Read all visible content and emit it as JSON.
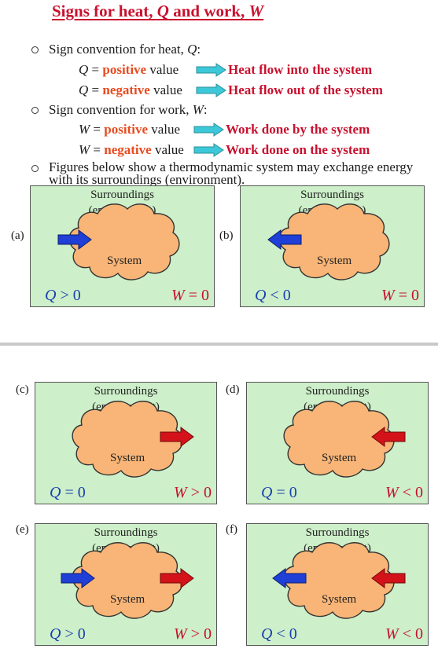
{
  "title": {
    "prefix": "Signs for heat, ",
    "q": "Q",
    "mid": " and work, ",
    "w": "W"
  },
  "heat": {
    "intro": "Sign convention for heat, ",
    "sym": "Q",
    "colon": ":",
    "rows": [
      {
        "lhs": "Q",
        "eq": " = ",
        "word": "positive",
        "tail": " value",
        "result": "Heat flow into the system"
      },
      {
        "lhs": "Q",
        "eq": " = ",
        "word": "negative",
        "tail": " value",
        "result": "Heat flow out of the system"
      }
    ]
  },
  "work": {
    "intro": "Sign convention for work, ",
    "sym": "W",
    "colon": ":",
    "rows": [
      {
        "lhs": "W",
        "eq": " = ",
        "word": "positive",
        "tail": " value",
        "result": "Work done by the system"
      },
      {
        "lhs": "W",
        "eq": " = ",
        "word": "negative",
        "tail": " value",
        "result": "Work done on the system"
      }
    ]
  },
  "figures_note": {
    "line1": "Figures below show a thermodynamic system may exchange energy",
    "line2": "with its surroundings (environment)."
  },
  "panel_caption": {
    "line1": "Surroundings",
    "line2": "(environment)"
  },
  "system_label": "System",
  "colors": {
    "title": "#c8102e",
    "highlight": "#e84b20",
    "panel_bg": "#cdefc9",
    "cloud": "#f9b577",
    "heat_arrow": "#1f3fd6",
    "work_arrow": "#d4121a",
    "teal_arrow": "#3cc8d8"
  },
  "panels": [
    {
      "label": "(a)",
      "q_sym": "Q",
      "q_op": " > ",
      "q_val": "0",
      "w_sym": "W",
      "w_op": " = ",
      "w_val": "0",
      "heat_arrow": "in",
      "work_arrow": "none"
    },
    {
      "label": "(b)",
      "q_sym": "Q",
      "q_op": " < ",
      "q_val": "0",
      "w_sym": "W",
      "w_op": " = ",
      "w_val": "0",
      "heat_arrow": "out",
      "work_arrow": "none"
    },
    {
      "label": "(c)",
      "q_sym": "Q",
      "q_op": " = ",
      "q_val": "0",
      "w_sym": "W",
      "w_op": " > ",
      "w_val": "0",
      "heat_arrow": "none",
      "work_arrow": "out"
    },
    {
      "label": "(d)",
      "q_sym": "Q",
      "q_op": " = ",
      "q_val": "0",
      "w_sym": "W",
      "w_op": " < ",
      "w_val": "0",
      "heat_arrow": "none",
      "work_arrow": "in"
    },
    {
      "label": "(e)",
      "q_sym": "Q",
      "q_op": " > ",
      "q_val": "0",
      "w_sym": "W",
      "w_op": " > ",
      "w_val": "0",
      "heat_arrow": "in",
      "work_arrow": "out"
    },
    {
      "label": "(f)",
      "q_sym": "Q",
      "q_op": " < ",
      "q_val": "0",
      "w_sym": "W",
      "w_op": " < ",
      "w_val": "0",
      "heat_arrow": "out",
      "work_arrow": "in"
    }
  ]
}
